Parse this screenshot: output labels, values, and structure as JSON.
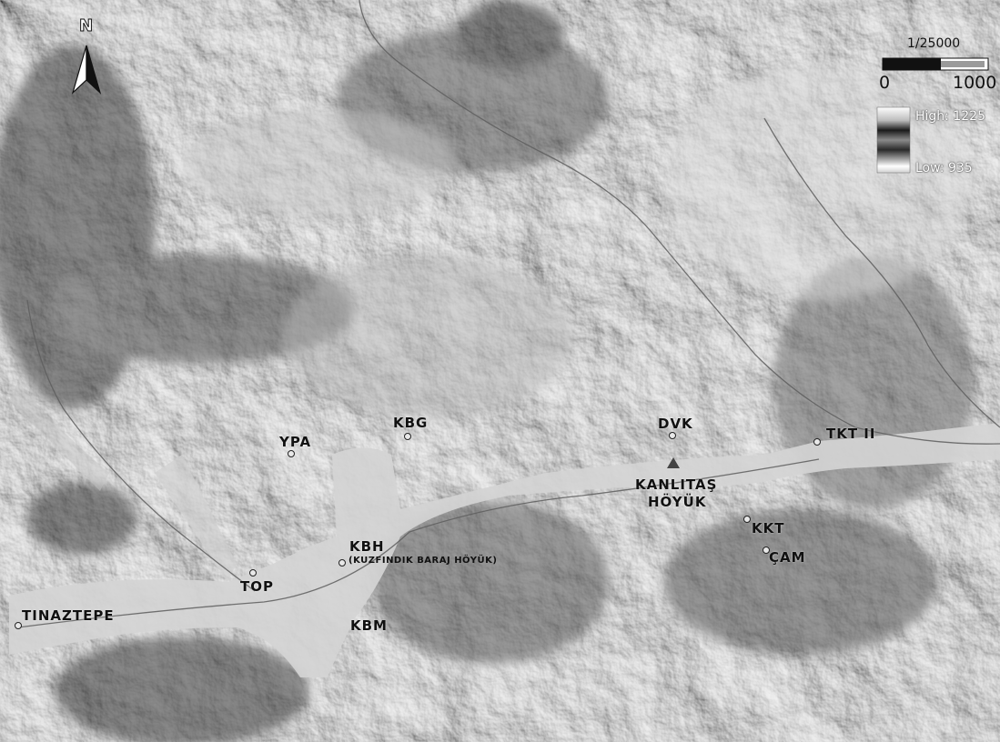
{
  "map": {
    "north_label": "N",
    "north_icon": "north-arrow-icon",
    "scale": {
      "ratio": "1/25000",
      "start": "0",
      "end": "1000"
    },
    "legend": {
      "high_label": "High: 1225",
      "low_label": "Low:  935"
    },
    "sites": {
      "tinaztepe": "TINAZTEPE",
      "top": "TOP",
      "ypa": "YPA",
      "kbg": "KBG",
      "kbh": "KBH",
      "kbh_full": "(KUZFINDIK BARAJ HÖYÜK)",
      "kbm": "KBM",
      "dvk": "DVK",
      "kanlitas_1": "KANLITAŞ",
      "kanlitas_2": "HÖYÜK",
      "tkt": "TKT II",
      "kkt": "KKT",
      "cam": "ÇAM"
    },
    "colors": {
      "background_relief": "#8c8c8c",
      "valley_floor": "#d2d2d2",
      "river": "#6a6a6a"
    }
  }
}
